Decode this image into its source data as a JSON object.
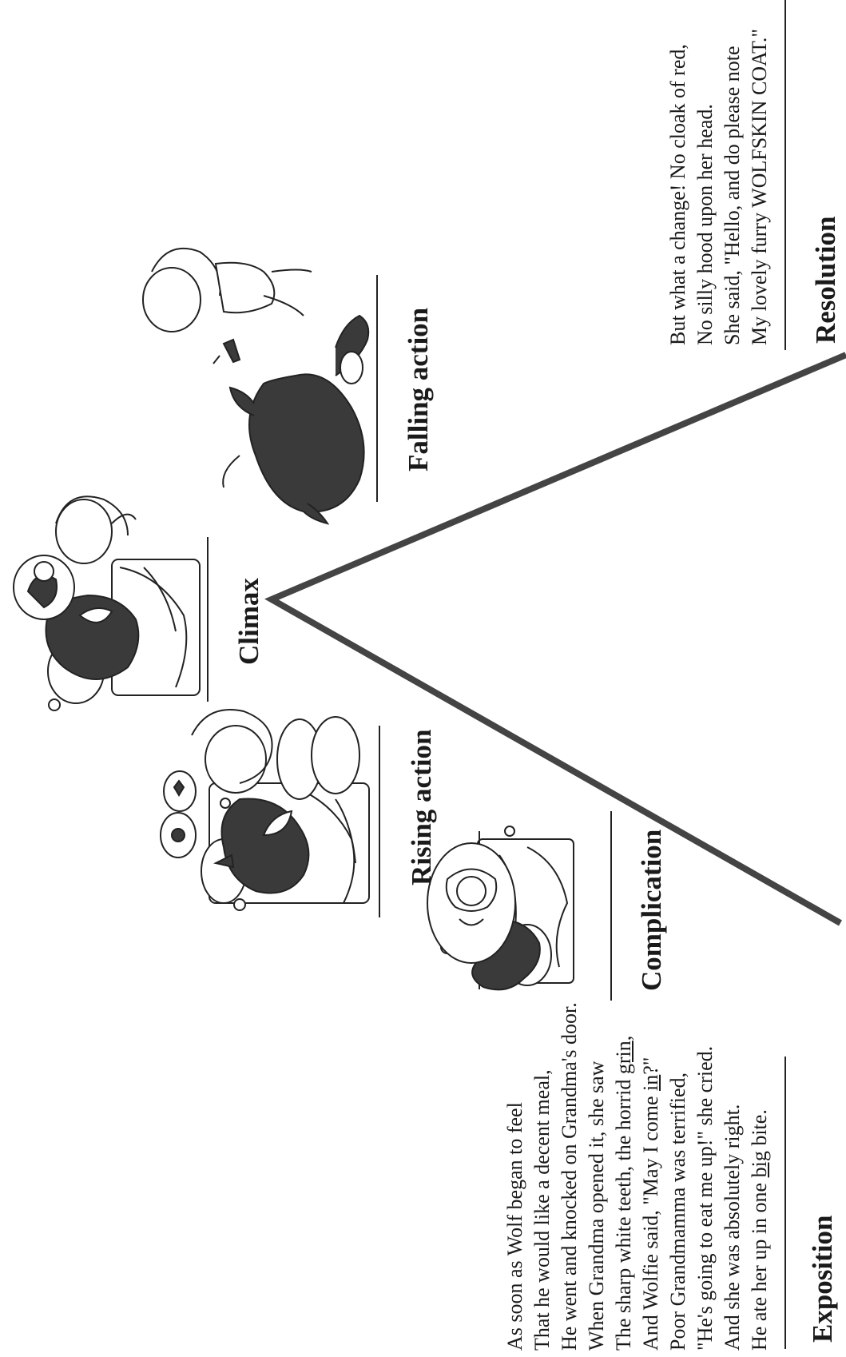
{
  "diagram": {
    "stages": {
      "exposition": "Exposition",
      "complication": "Complication",
      "rising_action": "Rising action",
      "climax": "Climax",
      "falling_action": "Falling action",
      "resolution": "Resolution"
    },
    "exposition_verse": [
      "As soon as Wolf began to feel",
      "That he would like a decent meal,",
      "He went and knocked on Grandma's door.",
      "When Grandma opened it, she saw",
      "The sharp white teeth, the horrid grin,",
      "And Wolfie said, \"May I come in?\"",
      "Poor Grandmamma was terrified,",
      "\"He's going to eat me up!\" she cried.",
      "And she was absolutely right.",
      "He ate her up in one big bite."
    ],
    "exposition_verse_parts": {
      "line5_pre": "The sharp white teeth, the horrid ",
      "line5_u": "grin",
      "line5_post": ",",
      "line6_pre": "And Wolfie said, \"May I come ",
      "line6_u": "in",
      "line6_post": "?\"",
      "line10_pre": "He ate her up in one ",
      "line10_u": "big",
      "line10_post": " bite."
    },
    "resolution_verse": [
      "But what a change! No cloak of red,",
      "No silly hood upon her head.",
      "She said, \"Hello, and do please note",
      "My lovely furry WOLFSKIN COAT.\""
    ],
    "colors": {
      "text": "#1a1a1a",
      "arc_line": "#444444",
      "wolf_fill": "#3a3a3a",
      "label_rule": "#222222"
    },
    "illustrations": [
      {
        "name": "wolf-dreaming-of-grandma-illustration",
        "stage": "Complication"
      },
      {
        "name": "wolf-in-bed-with-girl-illustration",
        "stage": "Rising action"
      },
      {
        "name": "wolf-in-bed-girl-at-bedside-illustration",
        "stage": "Climax"
      },
      {
        "name": "girl-with-pistol-wolf-fleeing-illustration",
        "stage": "Falling action"
      }
    ]
  }
}
